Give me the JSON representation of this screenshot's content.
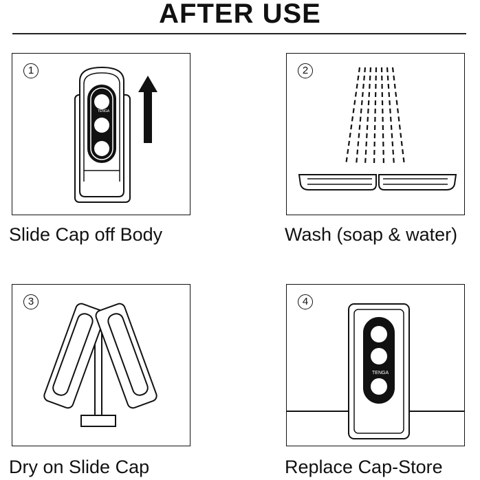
{
  "title": "AFTER USE",
  "steps": [
    {
      "number": "1",
      "caption": "Slide Cap off Body",
      "icon": "arrow-up-icon"
    },
    {
      "number": "2",
      "caption": "Wash (soap & water)",
      "icon": "water-spray-icon"
    },
    {
      "number": "3",
      "caption": "Dry on Slide Cap",
      "icon": "drying-stand-icon"
    },
    {
      "number": "4",
      "caption": "Replace Cap-Store",
      "icon": "stored-device-icon"
    }
  ],
  "colors": {
    "ink": "#111111",
    "background": "#ffffff"
  }
}
